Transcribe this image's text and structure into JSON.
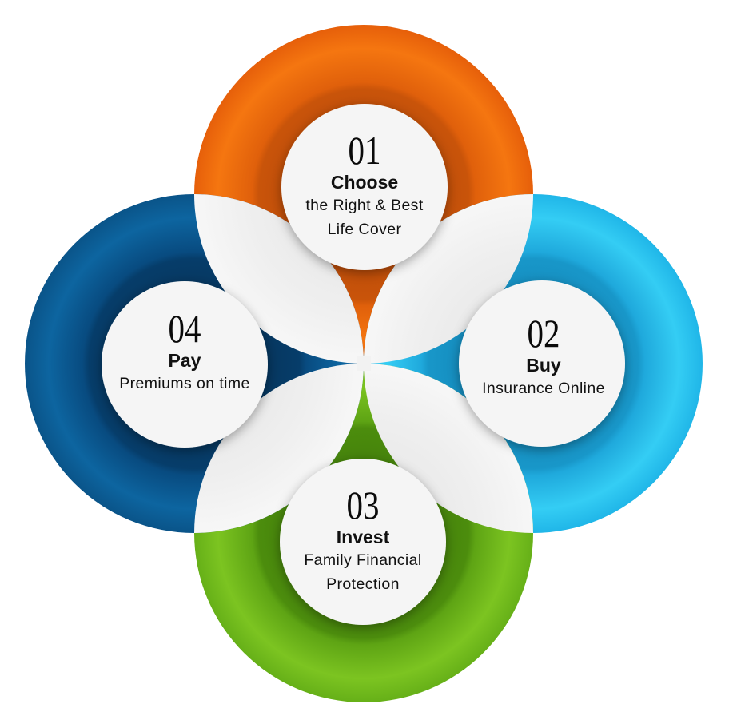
{
  "colors": {
    "orange": "#f06a0c",
    "orange_dark": "#c4520a",
    "cyan": "#2cc3ee",
    "cyan_dark": "#1795c9",
    "green": "#72bd1c",
    "green_dark": "#4d8f0e",
    "navy": "#0b5c94",
    "navy_dark": "#063a66",
    "petal": "#f2f2f2",
    "center_circle": "#f5f5f5"
  },
  "steps": [
    {
      "number": "01",
      "title": "Choose",
      "lines": [
        "the Right & Best",
        "Life Cover"
      ],
      "color": "orange"
    },
    {
      "number": "02",
      "title": "Buy",
      "lines": [
        "Insurance Online"
      ],
      "color": "cyan"
    },
    {
      "number": "03",
      "title": "Invest",
      "lines": [
        "Family Financial",
        "Protection"
      ],
      "color": "green"
    },
    {
      "number": "04",
      "title": "Pay",
      "lines": [
        "Premiums on time"
      ],
      "color": "navy"
    }
  ]
}
